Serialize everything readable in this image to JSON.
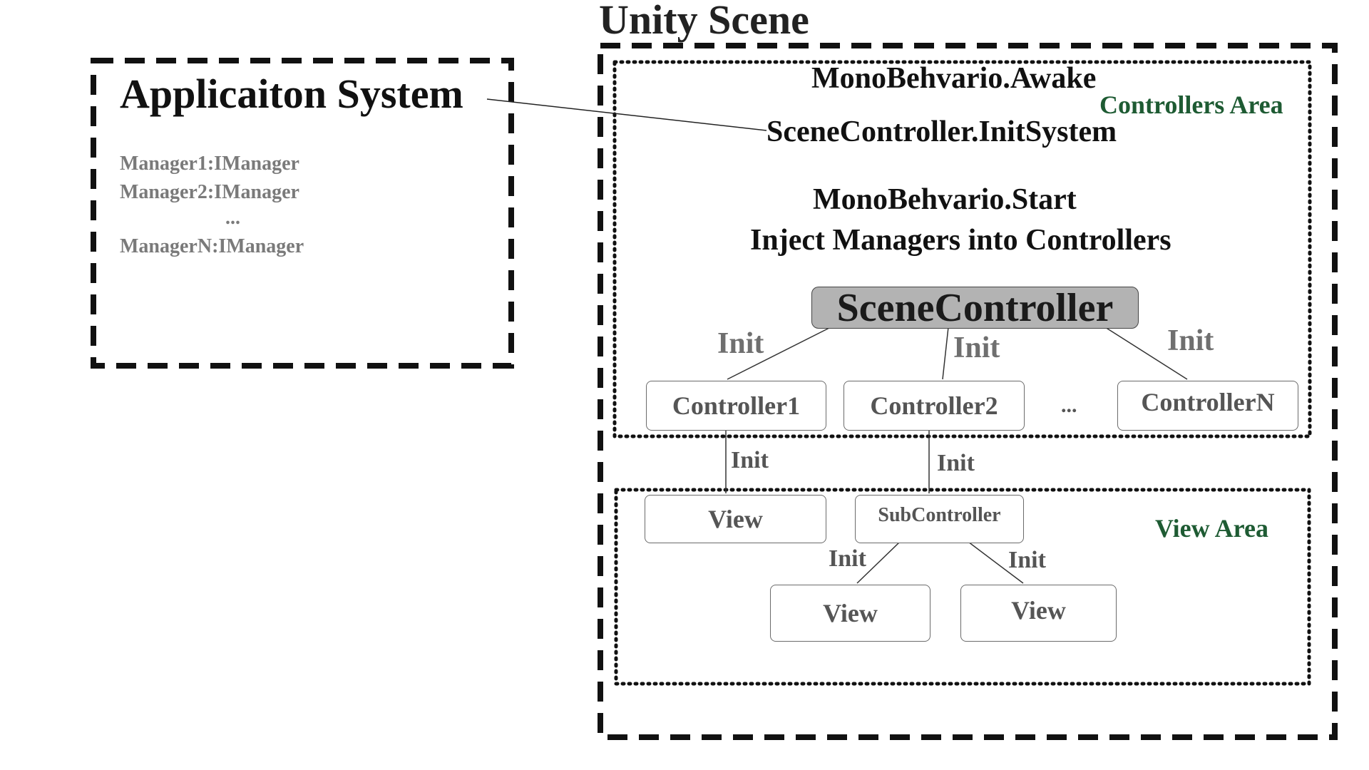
{
  "application_system": {
    "title": "Applicaiton System",
    "managers": [
      "Manager1:IManager",
      "Manager2:IManager",
      "...",
      "ManagerN:IManager"
    ]
  },
  "unity_scene": {
    "title": "Unity Scene",
    "awake": "MonoBehvario.Awake",
    "init_system": "SceneController.InitSystem",
    "start": "MonoBehvario.Start",
    "inject": "Inject Managers into Controllers",
    "controllers_area_label": "Controllers Area",
    "view_area_label": "View Area"
  },
  "scene_controller": {
    "label": "SceneController"
  },
  "controllers": [
    "Controller1",
    "Controller2",
    "ControllerN"
  ],
  "controllers_ellipsis": "...",
  "sub_controller": {
    "label": "SubController"
  },
  "views": [
    "View",
    "View",
    "View"
  ],
  "init_label": "Init",
  "colors": {
    "area_label": "#1e5b33",
    "scene_controller_fill": "#b3b3b3",
    "muted_text": "#6f6f6f",
    "box_text": "#555555"
  }
}
